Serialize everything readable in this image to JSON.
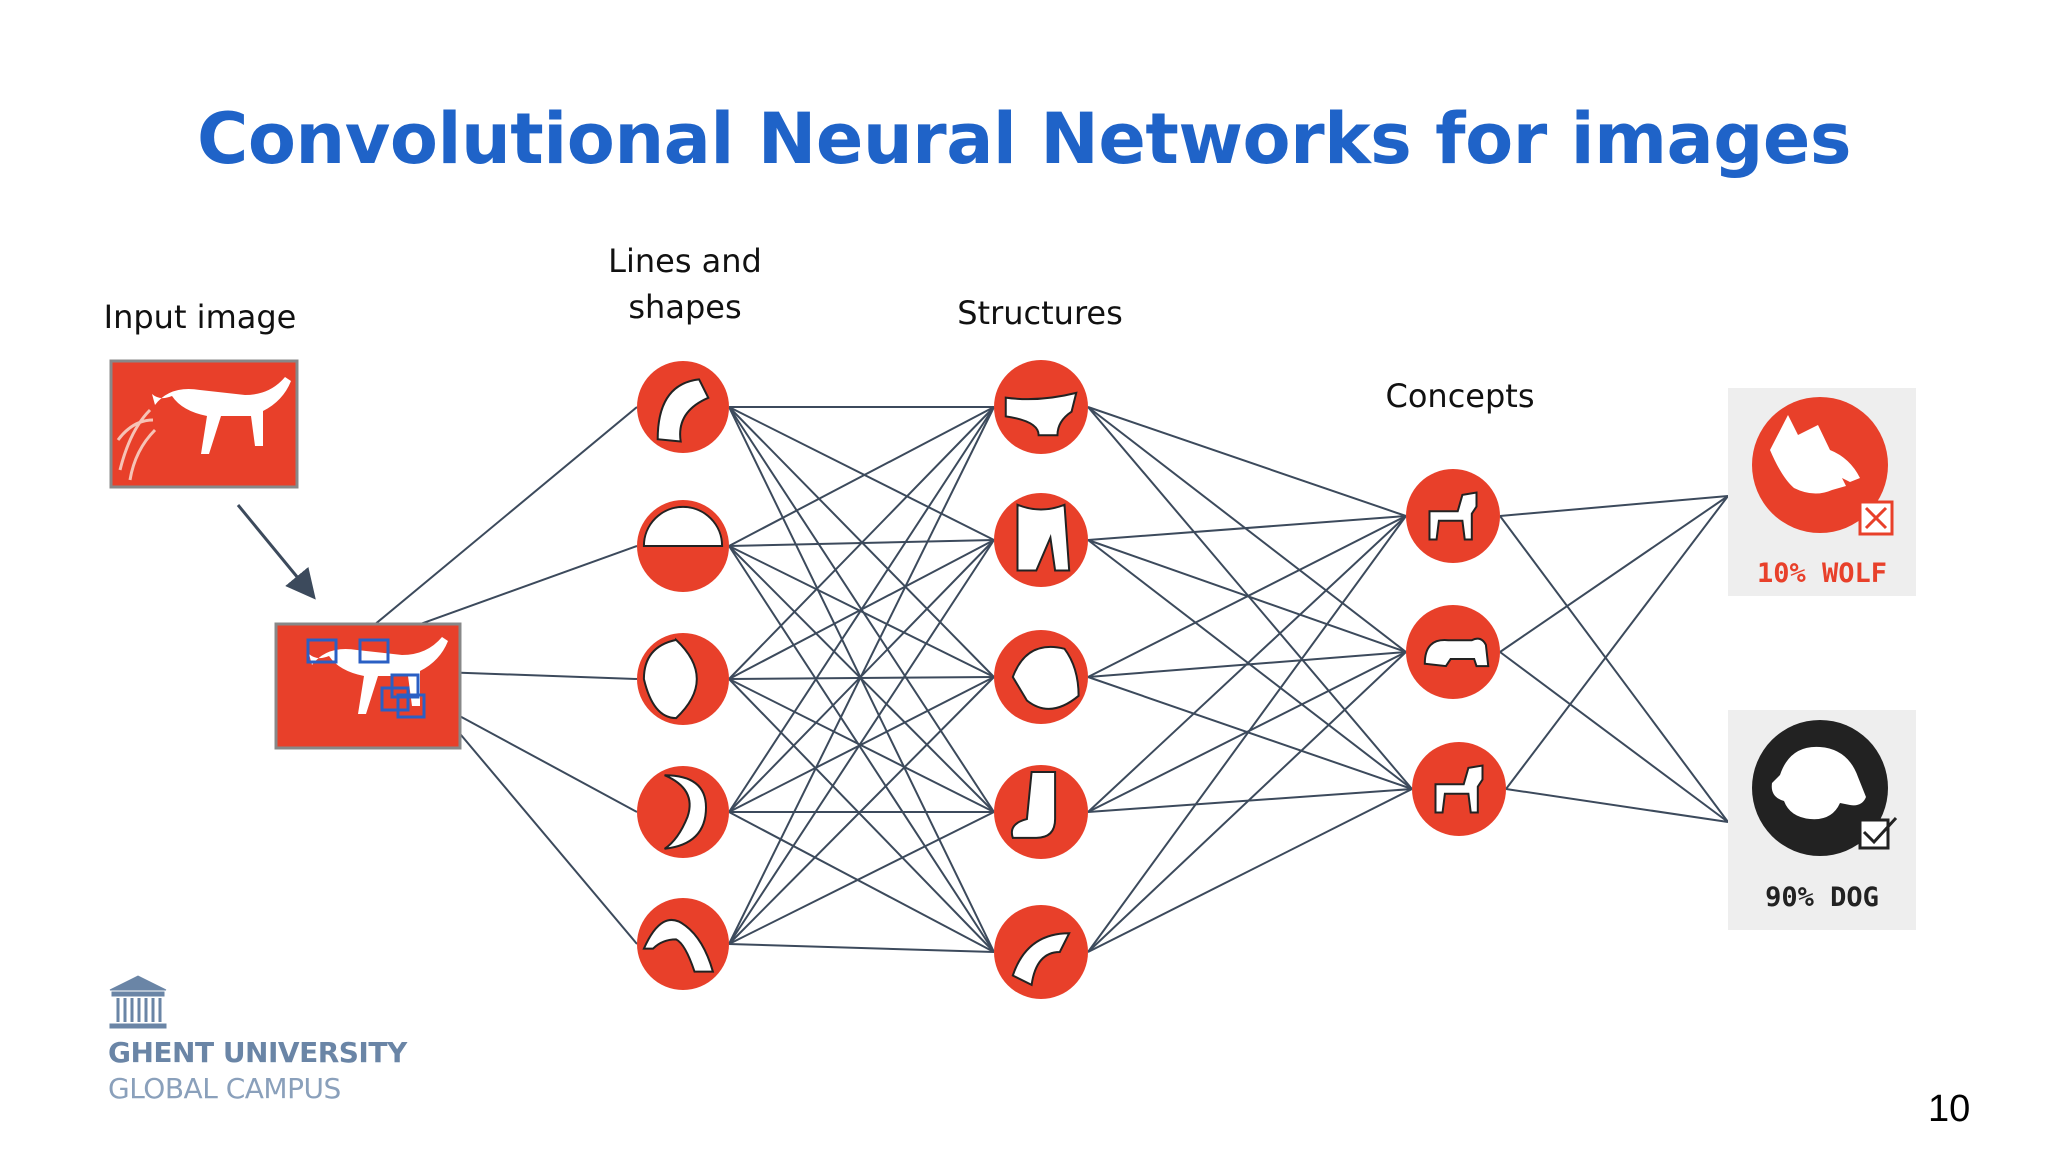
{
  "slide": {
    "title": "Convolutional Neural Networks for images",
    "page_number": "10"
  },
  "labels": {
    "input_image": "Input image",
    "lines_shapes": "Lines and shapes",
    "structures": "Structures",
    "concepts": "Concepts"
  },
  "outputs": {
    "wolf": "10% WOLF",
    "dog": "90% DOG"
  },
  "logo": {
    "line1": "GHENT UNIVERSITY",
    "line2": "GLOBAL CAMPUS"
  },
  "colors": {
    "title": "#1f63c8",
    "node": "#e8402a",
    "edge": "#3c4a5c",
    "output_bg": "#eeeeee",
    "logo": "#6a85a6"
  },
  "network": {
    "layers": [
      1,
      5,
      5,
      3,
      2
    ]
  }
}
